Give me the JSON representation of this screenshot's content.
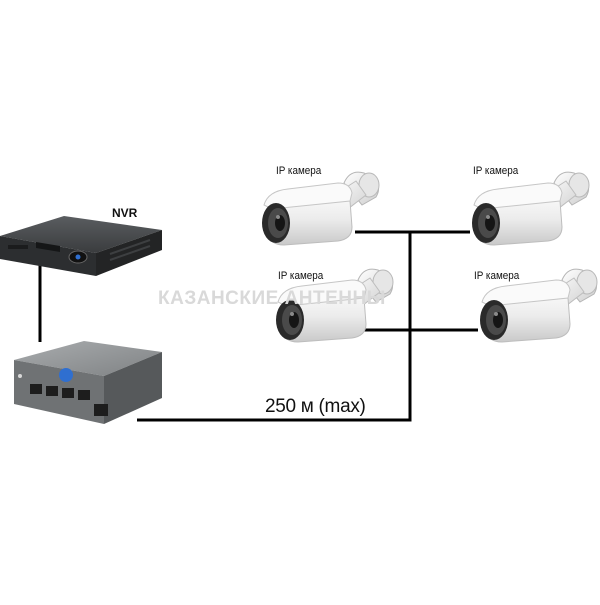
{
  "nvr": {
    "label": "NVR"
  },
  "cameras": [
    {
      "label": "IP камера"
    },
    {
      "label": "IP камера"
    },
    {
      "label": "IP камера"
    },
    {
      "label": "IP камера"
    }
  ],
  "cable": {
    "distance_label": "250 м (max)"
  },
  "watermark": {
    "text": "КАЗАНСКИЕ АНТЕННЫ"
  },
  "colors": {
    "cable": "#000000",
    "device_body": "#3a3a3a",
    "switch_body": "#8c8f92",
    "camera_body": "#f2f2f2",
    "port_led": "#2f6fd0"
  }
}
